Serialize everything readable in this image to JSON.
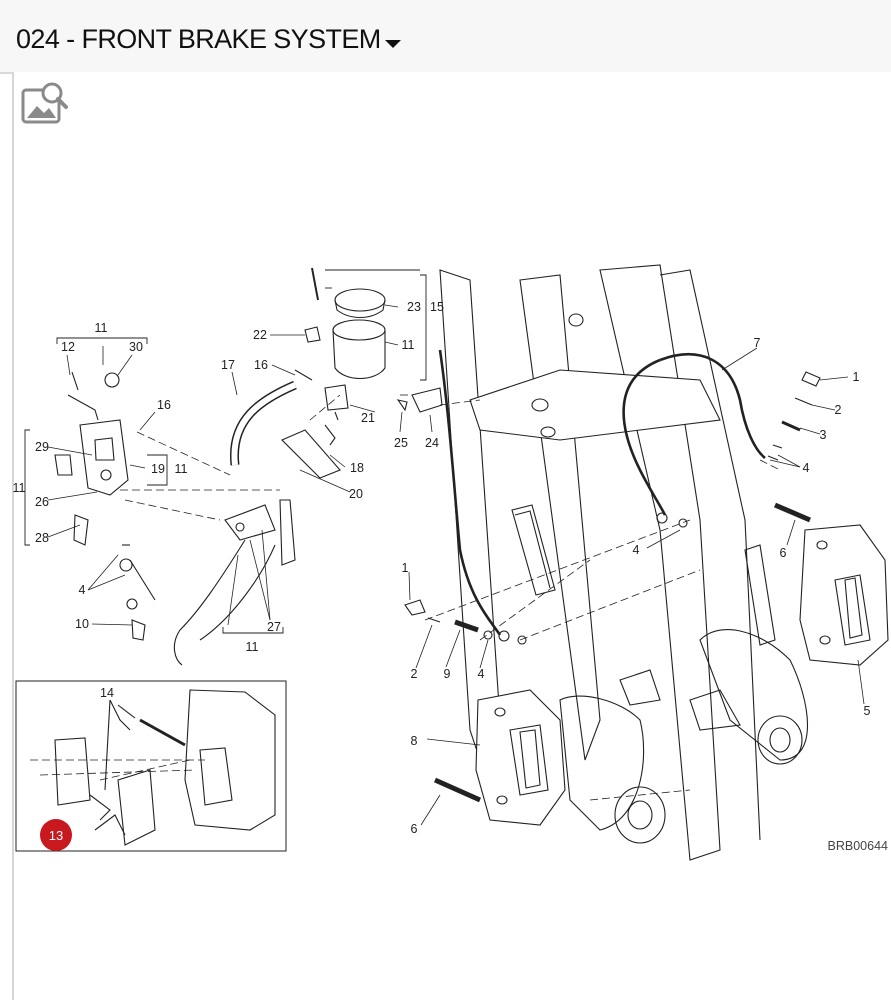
{
  "header": {
    "title": "024 - FRONT BRAKE SYSTEM",
    "expand_icon": "chevron-down-icon"
  },
  "toolbar": {
    "image_icon": "image-search-icon"
  },
  "diagram": {
    "reference": "BRB00644",
    "badge": "13",
    "badge_color": "#c8191f",
    "labels": {
      "n1a": "1",
      "n1b": "1",
      "n2a": "2",
      "n2b": "2",
      "n3": "3",
      "n4a": "4",
      "n4b": "4",
      "n4c": "4",
      "n4d": "4",
      "n5": "5",
      "n6a": "6",
      "n6b": "6",
      "n7": "7",
      "n8": "8",
      "n9": "9",
      "n10": "10",
      "n11a": "11",
      "n11b": "11",
      "n11c": "11",
      "n11d": "11",
      "n12": "12",
      "n14": "14",
      "n15": "15",
      "n16a": "16",
      "n16b": "16",
      "n17": "17",
      "n18": "18",
      "n19": "19",
      "n20": "20",
      "n21": "21",
      "n22": "22",
      "n23": "23",
      "n24": "24",
      "n25": "25",
      "n26": "26",
      "n27": "27",
      "n28": "28",
      "n29": "29",
      "n30": "30"
    }
  }
}
